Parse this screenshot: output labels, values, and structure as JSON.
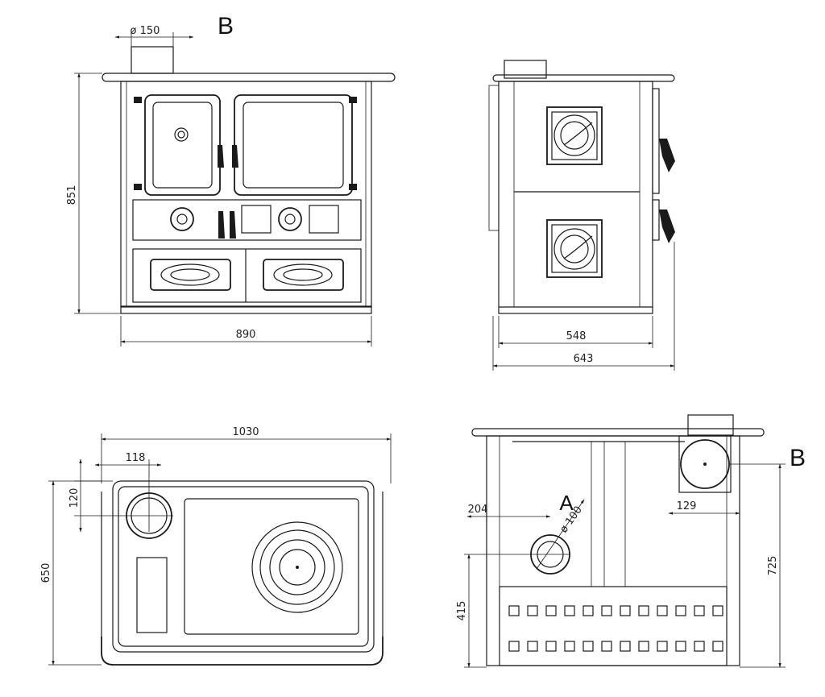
{
  "views": {
    "front": {
      "labels": {
        "flue_letter": "B"
      },
      "dimensions": {
        "flue_diameter": "ø 150",
        "height": "851",
        "width": "890"
      }
    },
    "side": {
      "dimensions": {
        "body_depth": "548",
        "total_depth": "643"
      }
    },
    "top": {
      "dimensions": {
        "width": "1030",
        "flue_offset_x": "118",
        "flue_offset_y": "120",
        "depth": "650"
      }
    },
    "rear": {
      "labels": {
        "inlet_letter": "A",
        "flue_letter": "B"
      },
      "dimensions": {
        "inlet_offset_x": "204",
        "inlet_diameter": "ø 100",
        "flue_offset_x": "129",
        "inlet_height": "415",
        "flue_height": "725"
      }
    }
  }
}
